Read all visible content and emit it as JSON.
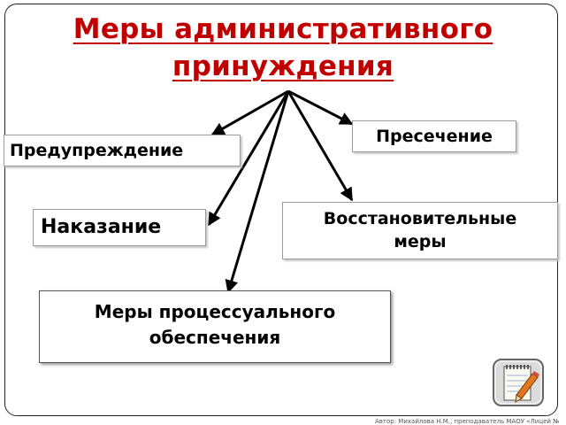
{
  "title": "Меры административного принуждения",
  "nodes": {
    "warning": "Предупреждение",
    "suppression": "Пресечение",
    "punishment": "Наказание",
    "restorative_line1": "Восстановительные",
    "restorative_line2": "меры",
    "procedural_line1": "Меры процессуального",
    "procedural_line2": "обеспечения"
  },
  "icon": "notepad-pencil-icon",
  "credit": "Автор: Михайлова Н.М., преподаватель МАОУ «Лицей №",
  "colors": {
    "title": "#c00000",
    "arrows": "#000000",
    "frame": "#222222"
  }
}
